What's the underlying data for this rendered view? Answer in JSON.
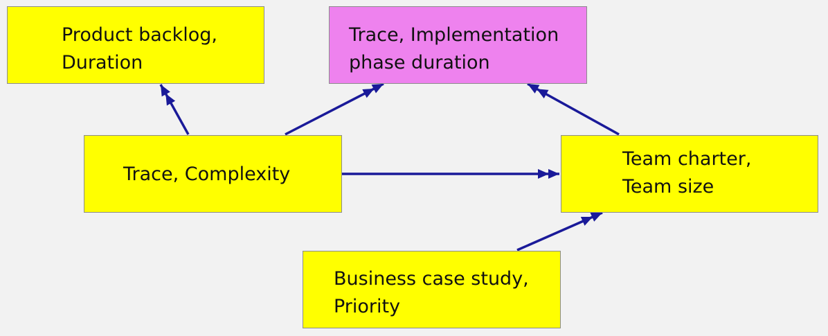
{
  "colors": {
    "background": "#f2f2f2",
    "yellow": "#ffff00",
    "magenta": "#ee82ee",
    "arrow": "#1a1a99"
  },
  "nodes": {
    "product_backlog": {
      "lines": [
        "Product backlog,",
        "Duration"
      ],
      "fill": "#ffff00"
    },
    "trace_implementation": {
      "lines": [
        "Trace, Implementation",
        "phase duration"
      ],
      "fill": "#ee82ee"
    },
    "trace_complexity": {
      "lines": [
        "Trace, Complexity"
      ],
      "fill": "#ffff00"
    },
    "team_charter": {
      "lines": [
        "Team charter,",
        "Team size"
      ],
      "fill": "#ffff00"
    },
    "business_case": {
      "lines": [
        "Business case study,",
        "Priority"
      ],
      "fill": "#ffff00"
    }
  },
  "edges": [
    {
      "from": "trace_complexity",
      "to": "product_backlog",
      "head": "double-arrow"
    },
    {
      "from": "trace_complexity",
      "to": "trace_implementation",
      "head": "double-arrow"
    },
    {
      "from": "trace_complexity",
      "to": "team_charter",
      "head": "double-arrow"
    },
    {
      "from": "team_charter",
      "to": "trace_implementation",
      "head": "double-arrow"
    },
    {
      "from": "business_case",
      "to": "team_charter",
      "head": "double-arrow"
    }
  ]
}
